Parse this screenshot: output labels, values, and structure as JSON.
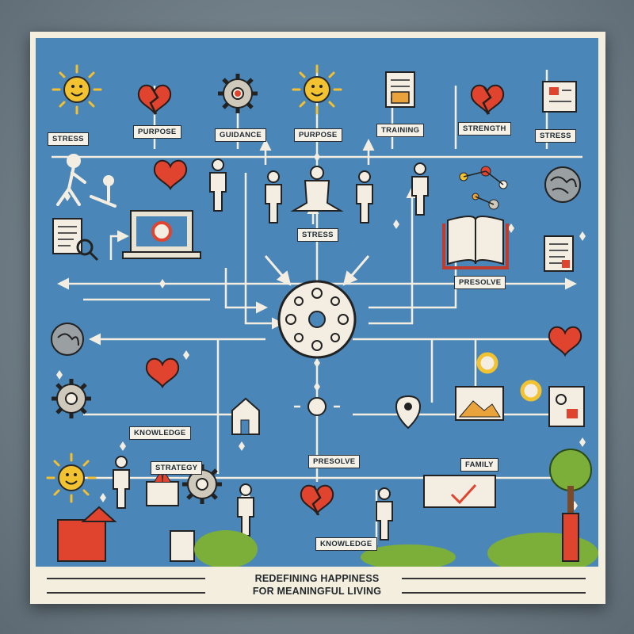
{
  "poster": {
    "labels": {
      "stress_1": "STRESS",
      "purpose": "PURPOSE",
      "purpose_2": "PURPOSE",
      "guidance": "GUIDANCE",
      "training": "TRAINING",
      "strength": "STRENGTH",
      "stress_2": "STRESS",
      "stress_center": "STRESS",
      "presolve": "PRESOLVE",
      "knowledge_1": "KNOWLEDGE",
      "strategy": "STRATEGY",
      "presolve_2": "PRESOLVE",
      "family": "FAMILY",
      "knowledge_2": "KNOWLEDGE"
    },
    "footer": {
      "line1": "REDEFINING HAPPINESS",
      "line2": "FOR MEANINGFUL LIVING"
    },
    "colors": {
      "background": "#4a86b7",
      "frame": "#f4eedf",
      "heart": "#e0442f",
      "sun": "#f2c230",
      "tree": "#7cae3a"
    }
  }
}
